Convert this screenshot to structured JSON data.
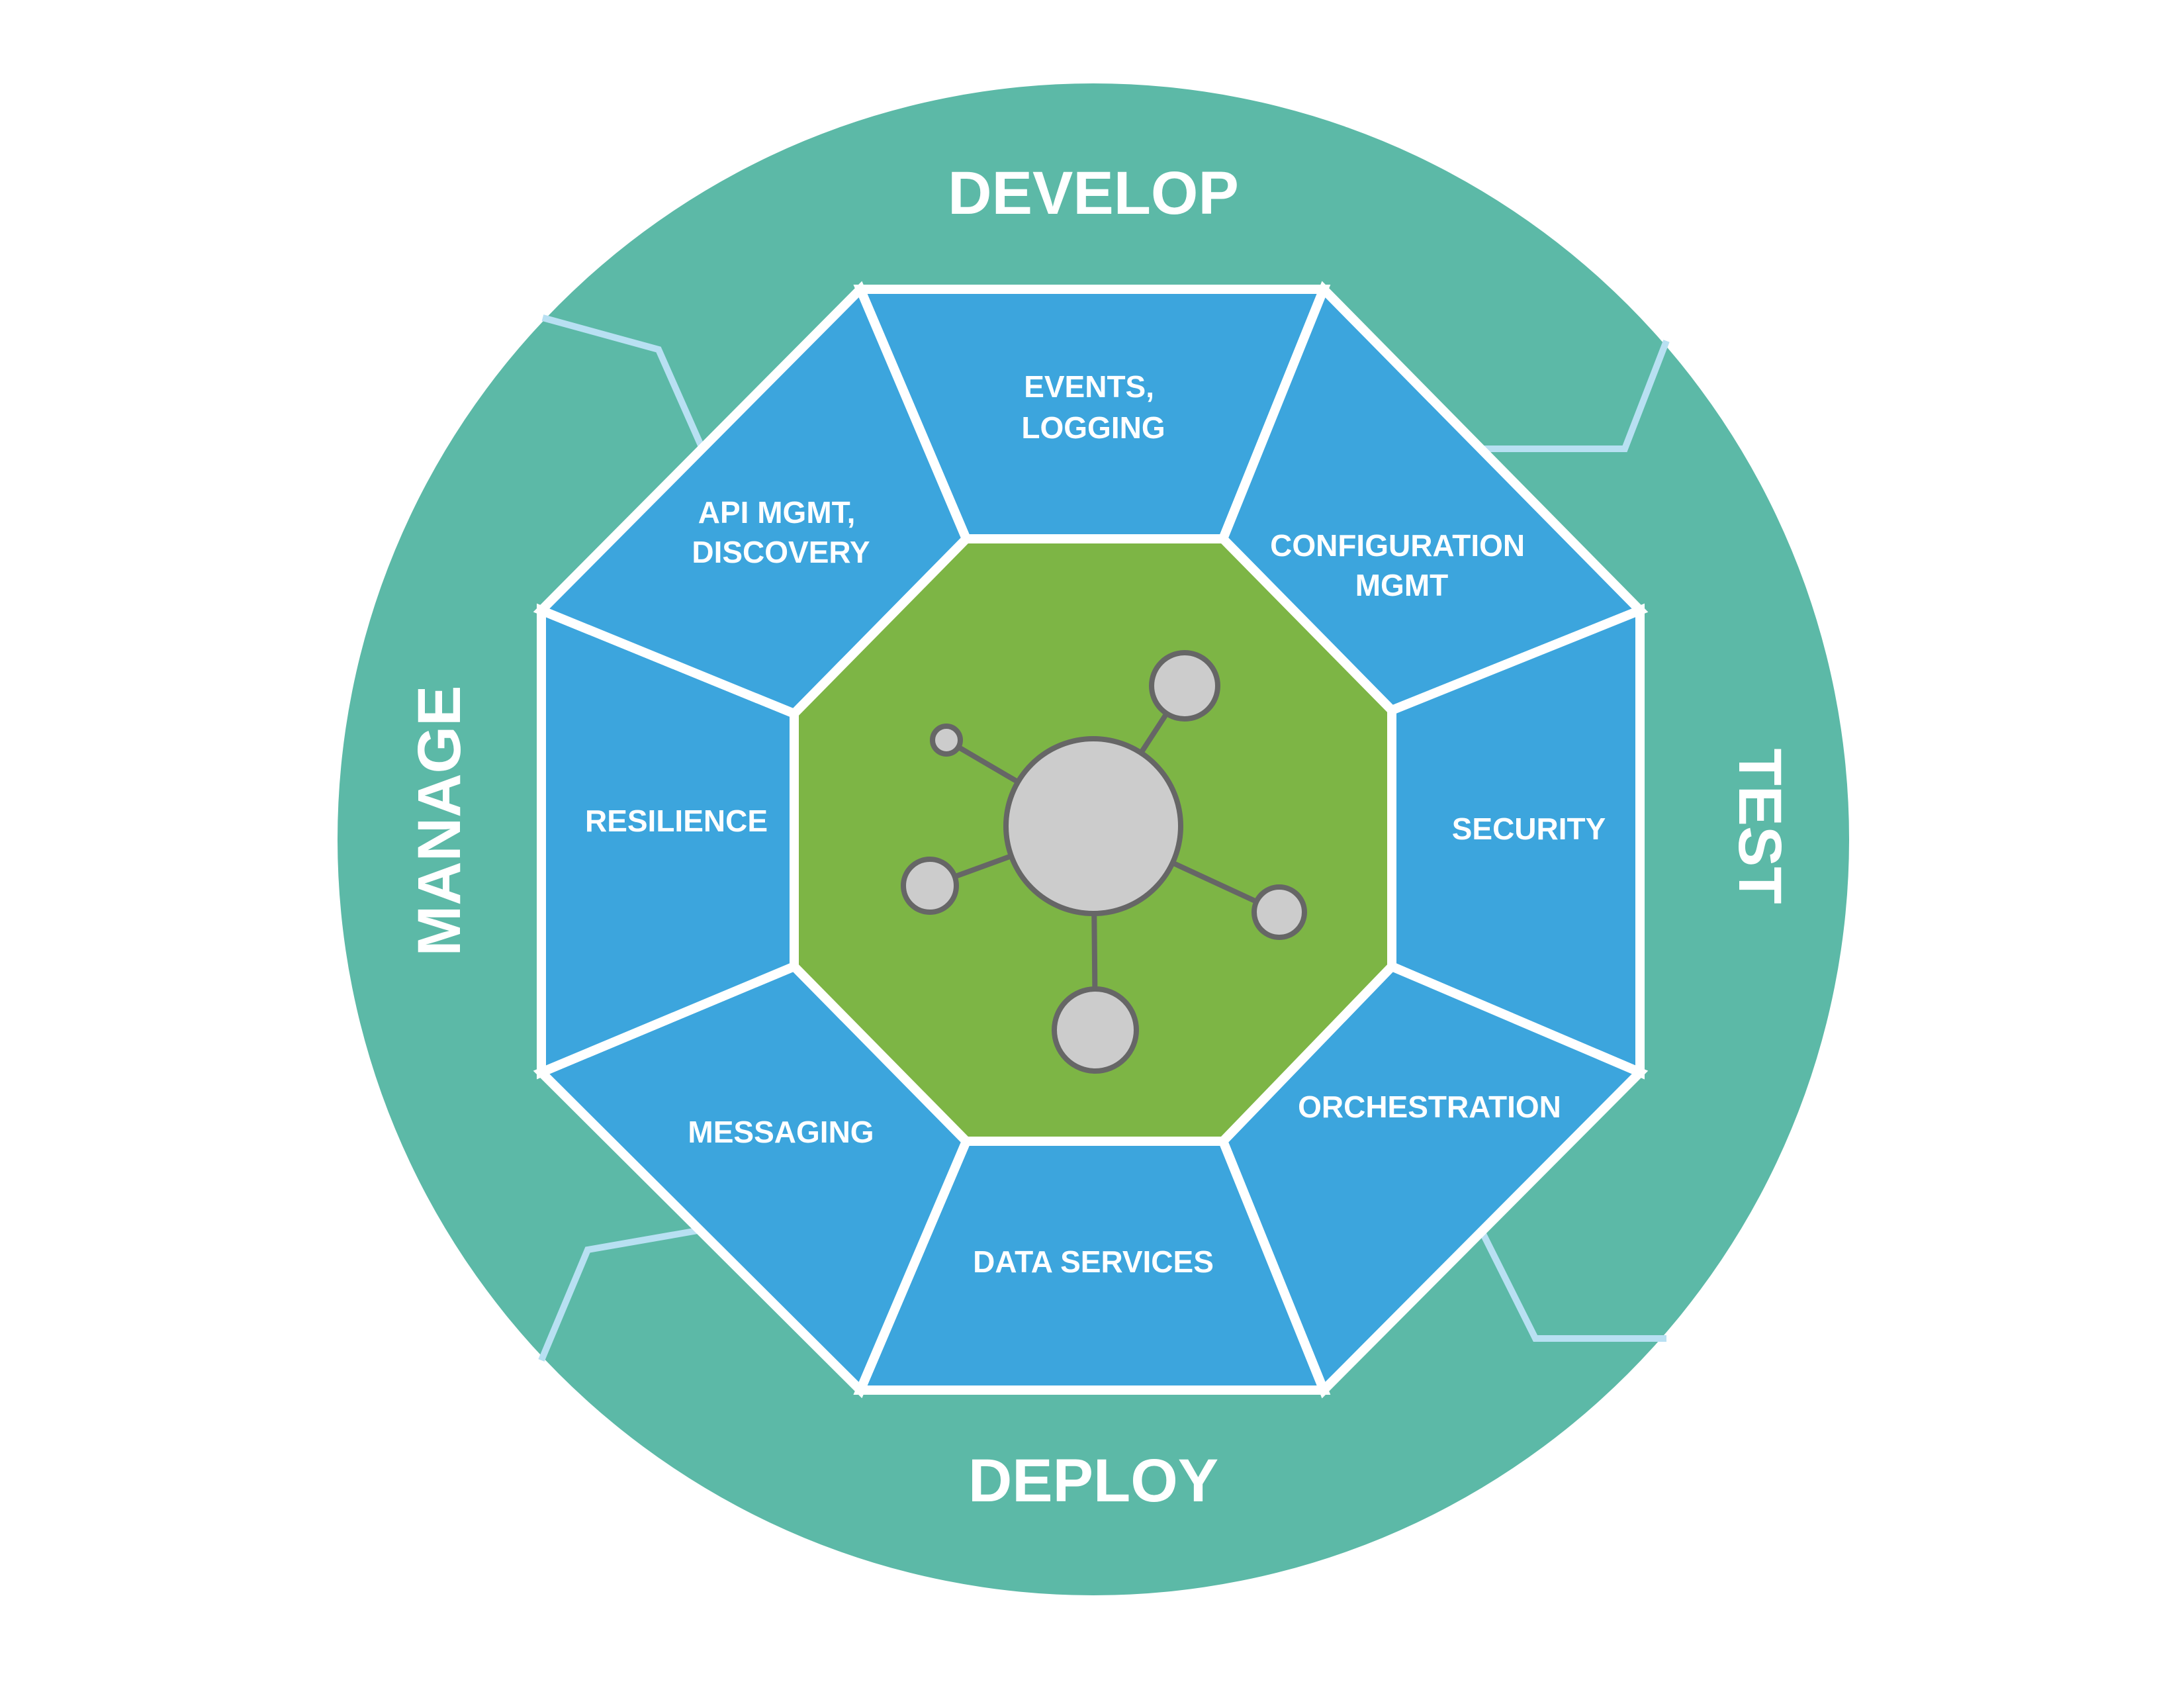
{
  "phases": {
    "develop": "DEVELOP",
    "test": "TEST",
    "deploy": "DEPLOY",
    "manage": "MANAGE"
  },
  "segments": {
    "events_logging": [
      "EVENTS,",
      "LOGGING"
    ],
    "configuration_mgmt": [
      "CONFIGURATION",
      "MGMT"
    ],
    "security": [
      "SECURITY"
    ],
    "orchestration": [
      "ORCHESTRATION"
    ],
    "data_services": [
      "DATA SERVICES"
    ],
    "messaging": [
      "MESSAGING"
    ],
    "resilience": [
      "RESILIENCE"
    ],
    "api_mgmt_discovery": [
      "API MGMT,",
      "DISCOVERY"
    ]
  },
  "colors": {
    "ring": "#5cb9a7",
    "segment": "#3ca5dd",
    "center": "#7db545",
    "connector": "#b8e0f2",
    "node_fill": "#cccccc",
    "node_stroke": "#666666",
    "outline": "#ffffff"
  },
  "center_icon": "network-hub-icon"
}
